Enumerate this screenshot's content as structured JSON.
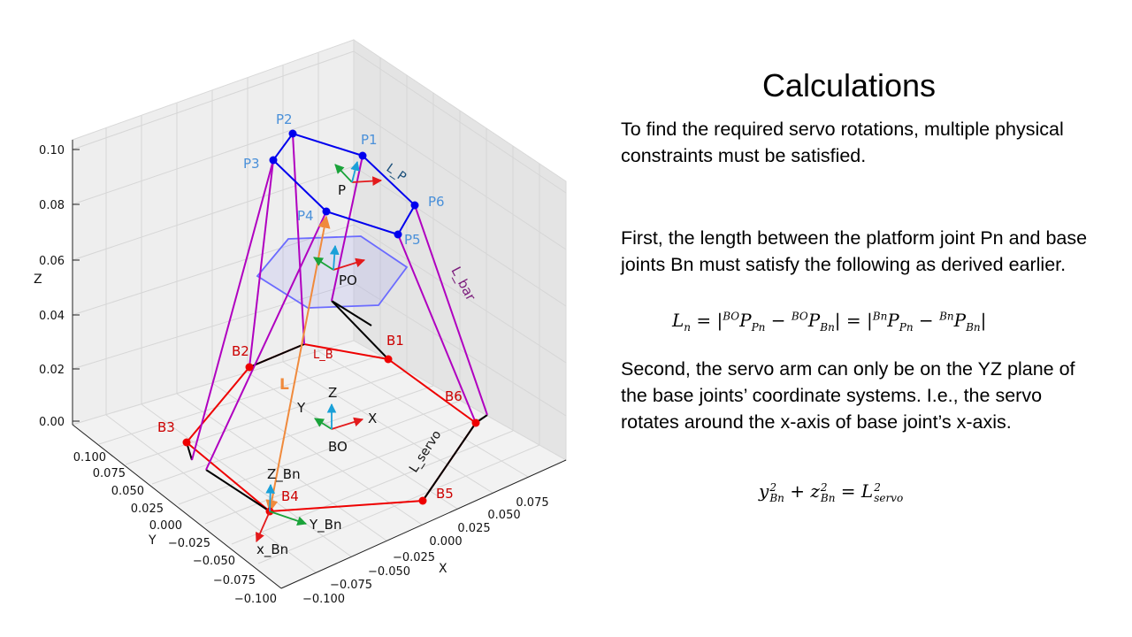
{
  "figure": {
    "axes": {
      "x": {
        "label": "X",
        "ticks": [
          "−0.100",
          "−0.075",
          "−0.050",
          "−0.025",
          "0.000",
          "0.025",
          "0.050",
          "0.075"
        ]
      },
      "y": {
        "label": "Y",
        "ticks": [
          "0.100",
          "0.075",
          "0.050",
          "0.025",
          "0.000",
          "−0.025",
          "−0.050",
          "−0.075",
          "−0.100"
        ]
      },
      "z": {
        "label": "Z",
        "ticks": [
          "0.10",
          "0.08",
          "0.06",
          "0.04",
          "0.02",
          "0.00"
        ]
      }
    },
    "platform_labels": [
      "P1",
      "P2",
      "P3",
      "P4",
      "P5",
      "P6"
    ],
    "base_labels": [
      "B1",
      "B2",
      "B3",
      "B4",
      "B5",
      "B6"
    ],
    "frame_labels": {
      "platform": "P",
      "platform_origin": "PO",
      "base_origin": "BO",
      "bo_x": "X",
      "bo_y": "Y",
      "bo_z": "Z",
      "bn_z": "Z_Bn",
      "bn_y": "Y_Bn",
      "bn_x": "x_Bn"
    },
    "dim_labels": {
      "l_p": "L_P",
      "l_bar": "L_bar",
      "l_b": "L_B",
      "l": "L",
      "l_servo": "L_servo"
    },
    "colors": {
      "platform": "#0000ee",
      "base": "#ee0000",
      "leg": "#b000c0",
      "servo": "#000000",
      "hexagon": "#5b5bff",
      "l_vector": "#f08a3c",
      "label_blue": "#4a90d9",
      "label_red": "#cc0000",
      "axis_x": "#e31a1c",
      "axis_y": "#1aa33a",
      "axis_z": "#1aa0d8"
    }
  },
  "text": {
    "title": "Calculations",
    "para1": "To find the required servo rotations, multiple physical constraints must be satisfied.",
    "para2": "First, the length between the platform joint Pn and base joints Bn must satisfy the following as derived earlier.",
    "para3": "Second, the servo arm can only be on the YZ plane of the base joints’ coordinate systems. I.e., the servo rotates around the x-axis of base joint’s x-axis."
  }
}
